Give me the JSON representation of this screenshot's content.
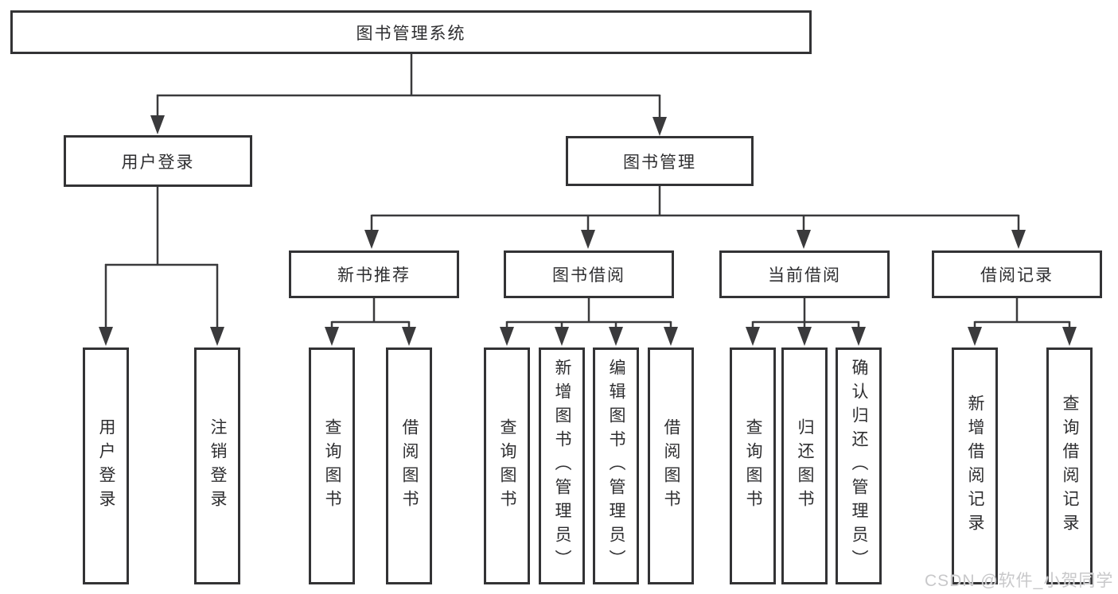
{
  "tree": {
    "root": "图书管理系统",
    "user_login": {
      "label": "用户登录",
      "children": [
        "用户登录",
        "注销登录"
      ]
    },
    "book_management": {
      "label": "图书管理",
      "groups": [
        {
          "label": "新书推荐",
          "children": [
            "查询图书",
            "借阅图书"
          ]
        },
        {
          "label": "图书借阅",
          "children": [
            "查询图书",
            "新增图书（管理员）",
            "编辑图书（管理员）",
            "借阅图书"
          ]
        },
        {
          "label": "当前借阅",
          "children": [
            "查询图书",
            "归还图书",
            "确认归还（管理员）"
          ]
        },
        {
          "label": "借阅记录",
          "children": [
            "新增借阅记录",
            "查询借阅记录"
          ]
        }
      ]
    }
  },
  "watermark": "CSDN @软件_小贺同学",
  "colors": {
    "line": "#3a3a3c",
    "border": "#333335",
    "text": "#2e2e30",
    "watermark": "#c8c8ca"
  }
}
